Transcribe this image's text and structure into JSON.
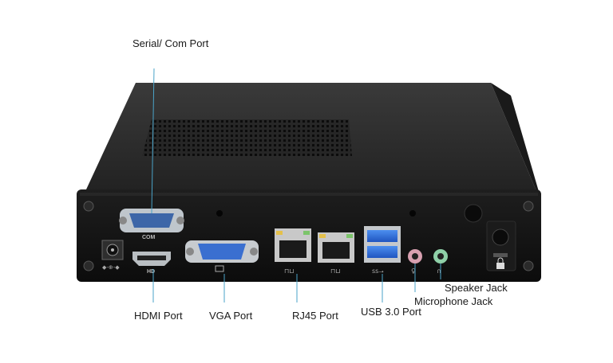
{
  "labels": {
    "serial_com_port": "Serial/ Com Port",
    "hdmi_port": "HDMI Port",
    "vga_port": "VGA Port",
    "rj45_port": "RJ45 Port",
    "usb30_port": "USB 3.0 Port",
    "speaker_jack": "Speaker Jack",
    "microphone_jack": "Microphone Jack"
  },
  "panel_markings": {
    "com": "COM",
    "hdmi": "HD",
    "dc_in": "◆-⊕-◆"
  },
  "colors": {
    "chassis_top": "#2b2b2b",
    "chassis_front": "#161616",
    "leader_line": "#4aa3c8",
    "vga_connector": "#3a6fd0",
    "usb_port": "#2f6fe0",
    "mic_jack": "#d8a0b0",
    "speaker_jack": "#8fd0a8"
  }
}
